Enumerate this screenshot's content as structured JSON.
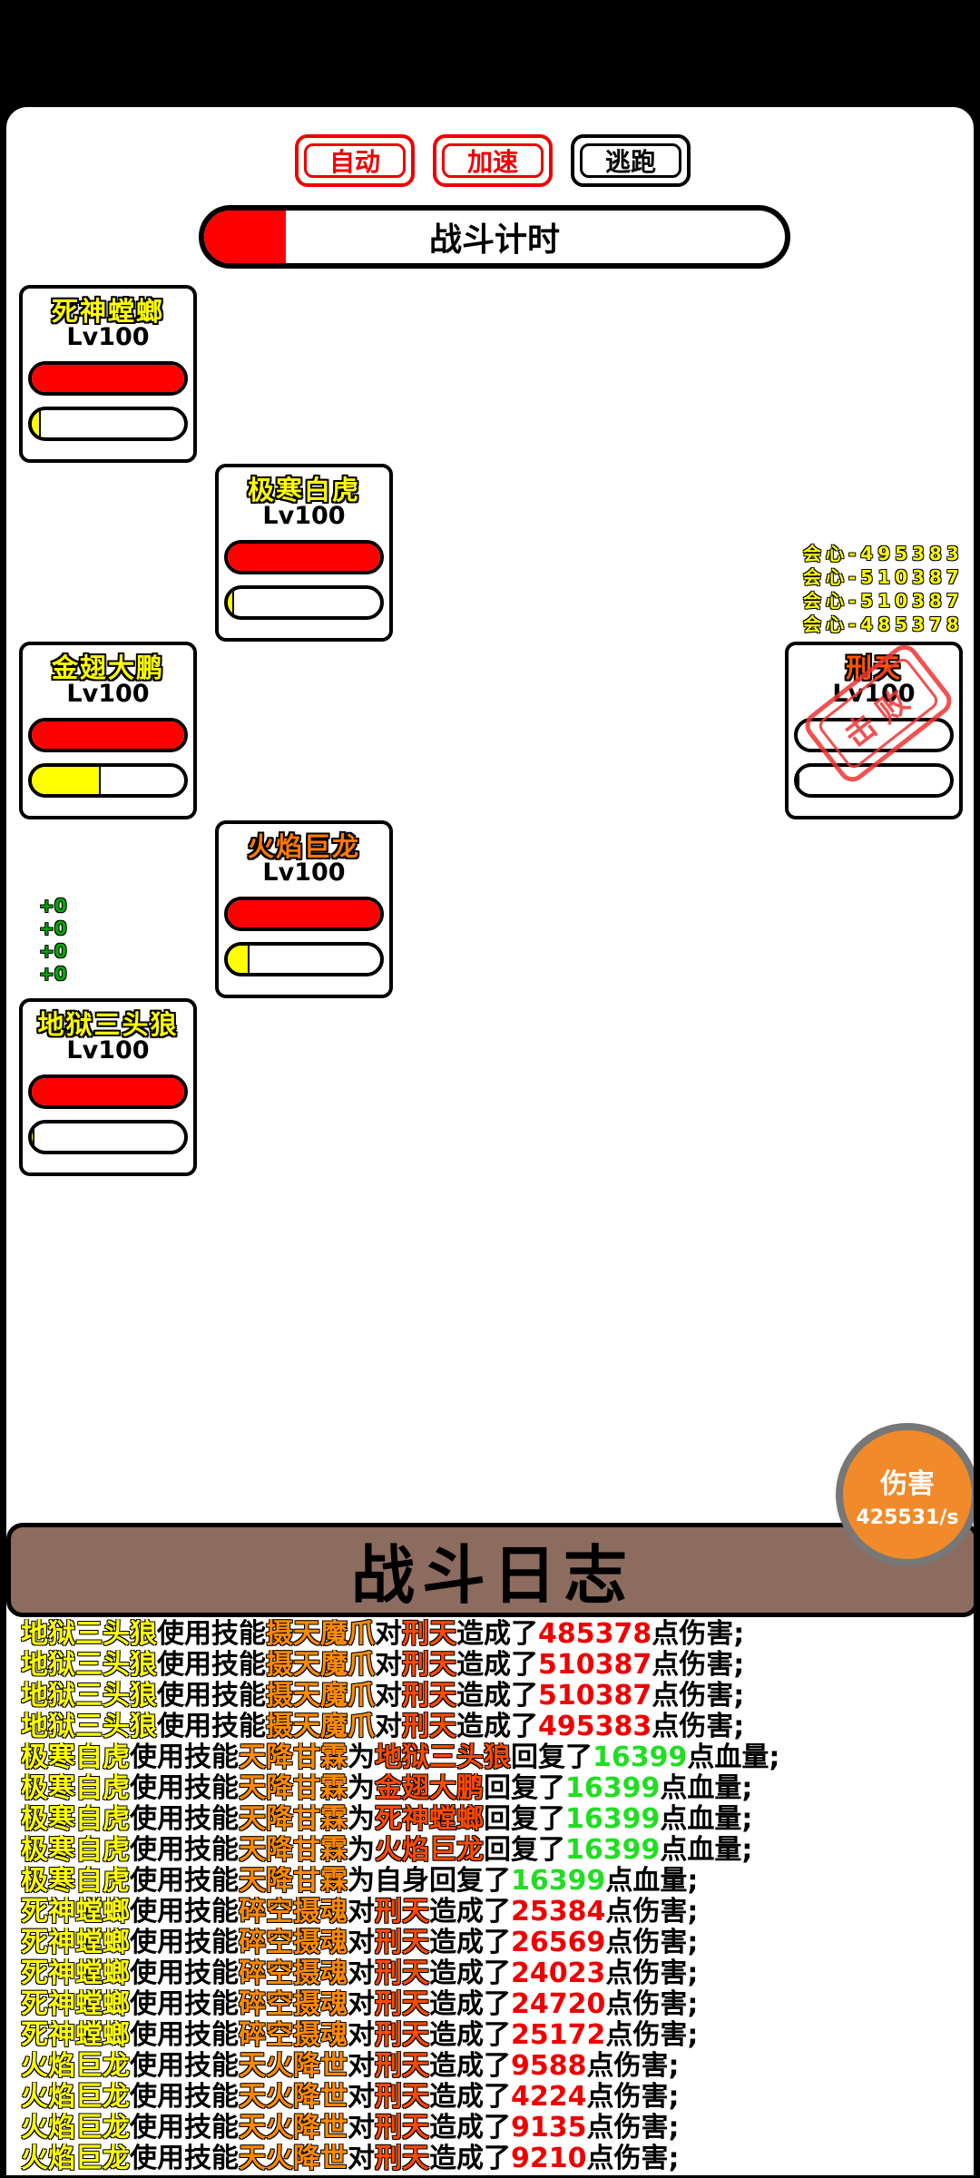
{
  "top_buttons": {
    "auto": "自动",
    "speed": "加速",
    "flee": "逃跑"
  },
  "timer": {
    "label": "战斗计时",
    "progress": 0.14,
    "color": "#ff0000"
  },
  "units": [
    {
      "name": "死神螳螂",
      "level": "Lv100",
      "name_color": "#ffff00",
      "hp": 1.0,
      "energy": 0.06
    },
    {
      "name": "极寒白虎",
      "level": "Lv100",
      "name_color": "#ffff00",
      "hp": 1.0,
      "energy": 0.04
    },
    {
      "name": "金翅大鹏",
      "level": "Lv100",
      "name_color": "#ffff00",
      "hp": 1.0,
      "energy": 0.45
    },
    {
      "name": "火焰巨龙",
      "level": "Lv100",
      "name_color": "#ff7a00",
      "hp": 1.0,
      "energy": 0.14
    },
    {
      "name": "地狱三头狼",
      "level": "Lv100",
      "name_color": "#ffff00",
      "hp": 1.0,
      "energy": 0.02
    }
  ],
  "enemy": {
    "name": "刑天",
    "level": "Lv100",
    "name_color": "#ff5500",
    "hp": 0.0,
    "energy": 0.0,
    "stamp_text": "击败"
  },
  "crit_popups": [
    "会心-495383",
    "会心-510387",
    "会心-510387",
    "会心-485378"
  ],
  "heal_popups": [
    "+0",
    "+0",
    "+0",
    "+0"
  ],
  "dps": {
    "label": "伤害",
    "value": "425531/s"
  },
  "log_title": "战斗日志",
  "log": [
    {
      "who": "地狱三头狼",
      "verb": "使用技能",
      "skill": "摄天魔爪",
      "prep": "对",
      "target": "刑天",
      "act": "造成了",
      "num": "485378",
      "unit": "点伤害;",
      "kind": "dmg"
    },
    {
      "who": "地狱三头狼",
      "verb": "使用技能",
      "skill": "摄天魔爪",
      "prep": "对",
      "target": "刑天",
      "act": "造成了",
      "num": "510387",
      "unit": "点伤害;",
      "kind": "dmg"
    },
    {
      "who": "地狱三头狼",
      "verb": "使用技能",
      "skill": "摄天魔爪",
      "prep": "对",
      "target": "刑天",
      "act": "造成了",
      "num": "510387",
      "unit": "点伤害;",
      "kind": "dmg"
    },
    {
      "who": "地狱三头狼",
      "verb": "使用技能",
      "skill": "摄天魔爪",
      "prep": "对",
      "target": "刑天",
      "act": "造成了",
      "num": "495383",
      "unit": "点伤害;",
      "kind": "dmg"
    },
    {
      "who": "极寒自虎",
      "verb": "使用技能",
      "skill": "天降甘霖",
      "prep": "为",
      "target": "地狱三头狼",
      "act": "回复了",
      "num": "16399",
      "unit": "点血量;",
      "kind": "heal"
    },
    {
      "who": "极寒自虎",
      "verb": "使用技能",
      "skill": "天降甘霖",
      "prep": "为",
      "target": "金翅大鹏",
      "act": "回复了",
      "num": "16399",
      "unit": "点血量;",
      "kind": "heal"
    },
    {
      "who": "极寒自虎",
      "verb": "使用技能",
      "skill": "天降甘霖",
      "prep": "为",
      "target": "死神螳螂",
      "act": "回复了",
      "num": "16399",
      "unit": "点血量;",
      "kind": "heal"
    },
    {
      "who": "极寒自虎",
      "verb": "使用技能",
      "skill": "天降甘霖",
      "prep": "为",
      "target": "火焰巨龙",
      "act": "回复了",
      "num": "16399",
      "unit": "点血量;",
      "kind": "heal"
    },
    {
      "who": "极寒自虎",
      "verb": "使用技能",
      "skill": "天降甘霖",
      "prep": "为",
      "target": "",
      "act": "自身回复了",
      "num": "16399",
      "unit": "点血量;",
      "kind": "heal"
    },
    {
      "who": "死神螳螂",
      "verb": "使用技能",
      "skill": "碎空摄魂",
      "prep": "对",
      "target": "刑天",
      "act": "造成了",
      "num": "25384",
      "unit": "点伤害;",
      "kind": "dmg"
    },
    {
      "who": "死神螳螂",
      "verb": "使用技能",
      "skill": "碎空摄魂",
      "prep": "对",
      "target": "刑天",
      "act": "造成了",
      "num": "26569",
      "unit": "点伤害;",
      "kind": "dmg"
    },
    {
      "who": "死神螳螂",
      "verb": "使用技能",
      "skill": "碎空摄魂",
      "prep": "对",
      "target": "刑天",
      "act": "造成了",
      "num": "24023",
      "unit": "点伤害;",
      "kind": "dmg"
    },
    {
      "who": "死神螳螂",
      "verb": "使用技能",
      "skill": "碎空摄魂",
      "prep": "对",
      "target": "刑天",
      "act": "造成了",
      "num": "24720",
      "unit": "点伤害;",
      "kind": "dmg"
    },
    {
      "who": "死神螳螂",
      "verb": "使用技能",
      "skill": "碎空摄魂",
      "prep": "对",
      "target": "刑天",
      "act": "造成了",
      "num": "25172",
      "unit": "点伤害;",
      "kind": "dmg"
    },
    {
      "who": "火焰巨龙",
      "verb": "使用技能",
      "skill": "天火降世",
      "prep": "对",
      "target": "刑天",
      "act": "造成了",
      "num": "9588",
      "unit": "点伤害;",
      "kind": "dmg"
    },
    {
      "who": "火焰巨龙",
      "verb": "使用技能",
      "skill": "天火降世",
      "prep": "对",
      "target": "刑天",
      "act": "造成了",
      "num": "4224",
      "unit": "点伤害;",
      "kind": "dmg"
    },
    {
      "who": "火焰巨龙",
      "verb": "使用技能",
      "skill": "天火降世",
      "prep": "对",
      "target": "刑天",
      "act": "造成了",
      "num": "9135",
      "unit": "点伤害;",
      "kind": "dmg"
    },
    {
      "who": "火焰巨龙",
      "verb": "使用技能",
      "skill": "天火降世",
      "prep": "对",
      "target": "刑天",
      "act": "造成了",
      "num": "9210",
      "unit": "点伤害;",
      "kind": "dmg"
    }
  ]
}
